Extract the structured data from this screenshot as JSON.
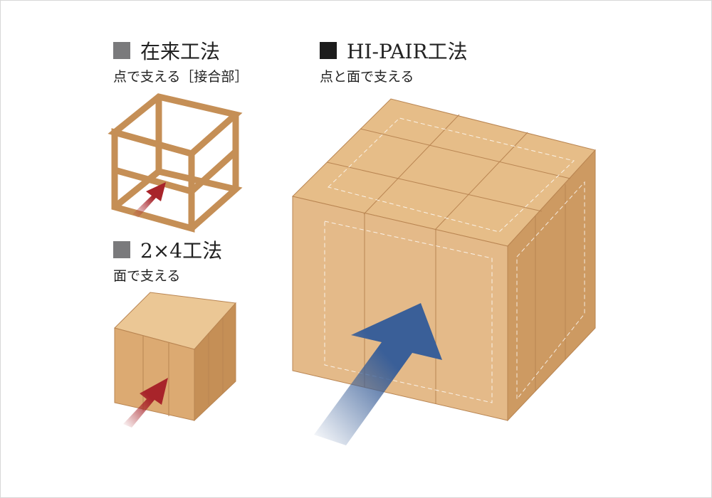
{
  "methods": [
    {
      "title": "在来工法",
      "subtitle": "点で支える［接合部］",
      "marker_color": "#7a7a7c"
    },
    {
      "title": "2×4工法",
      "subtitle": "面で支える",
      "marker_color": "#7a7a7c"
    },
    {
      "title": "HI-PAIR工法",
      "subtitle": "点と面で支える",
      "marker_color": "#1c1c1c"
    }
  ],
  "colors": {
    "wood": "#dcaa72",
    "wood_dark": "#c58f56",
    "wood_light": "#ebc795",
    "red_arrow": "#a8242a",
    "blue_arrow": "#3a5f98"
  }
}
